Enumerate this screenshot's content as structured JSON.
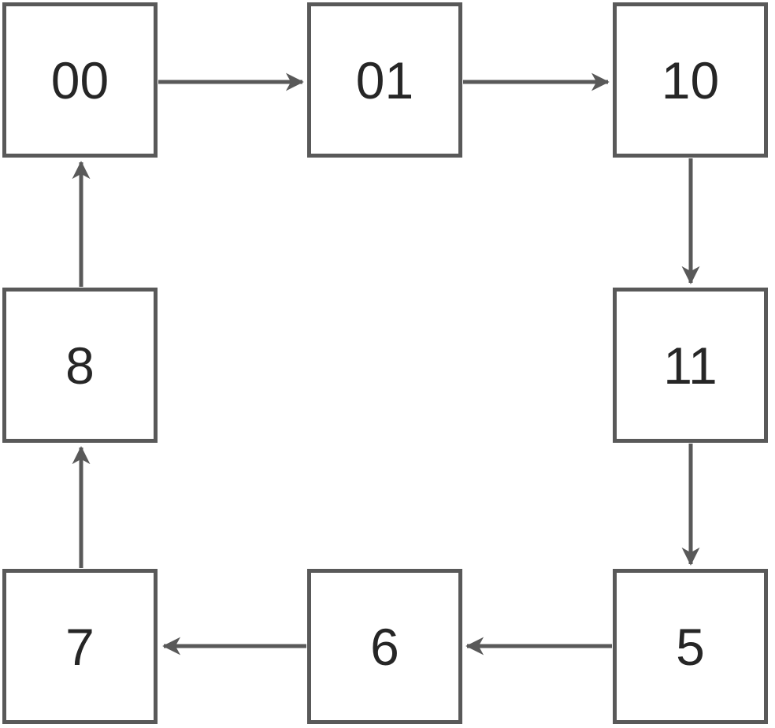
{
  "diagram": {
    "type": "state-cycle",
    "colors": {
      "box_border": "#595959",
      "arrow": "#595959",
      "label_text": "#262626",
      "background": "#ffffff"
    },
    "nodes": [
      {
        "id": "00",
        "label": "00",
        "position": "top-left"
      },
      {
        "id": "01",
        "label": "01",
        "position": "top-middle"
      },
      {
        "id": "10",
        "label": "10",
        "position": "top-right"
      },
      {
        "id": "11",
        "label": "11",
        "position": "right-middle"
      },
      {
        "id": "5",
        "label": "5",
        "position": "bottom-right"
      },
      {
        "id": "6",
        "label": "6",
        "position": "bottom-middle"
      },
      {
        "id": "7",
        "label": "7",
        "position": "bottom-left"
      },
      {
        "id": "8",
        "label": "8",
        "position": "left-middle"
      }
    ],
    "edges": [
      {
        "from": "00",
        "to": "01",
        "direction": "right"
      },
      {
        "from": "01",
        "to": "10",
        "direction": "right"
      },
      {
        "from": "10",
        "to": "11",
        "direction": "down"
      },
      {
        "from": "11",
        "to": "5",
        "direction": "down"
      },
      {
        "from": "5",
        "to": "6",
        "direction": "left"
      },
      {
        "from": "6",
        "to": "7",
        "direction": "left"
      },
      {
        "from": "7",
        "to": "8",
        "direction": "up"
      },
      {
        "from": "8",
        "to": "00",
        "direction": "up"
      }
    ]
  }
}
